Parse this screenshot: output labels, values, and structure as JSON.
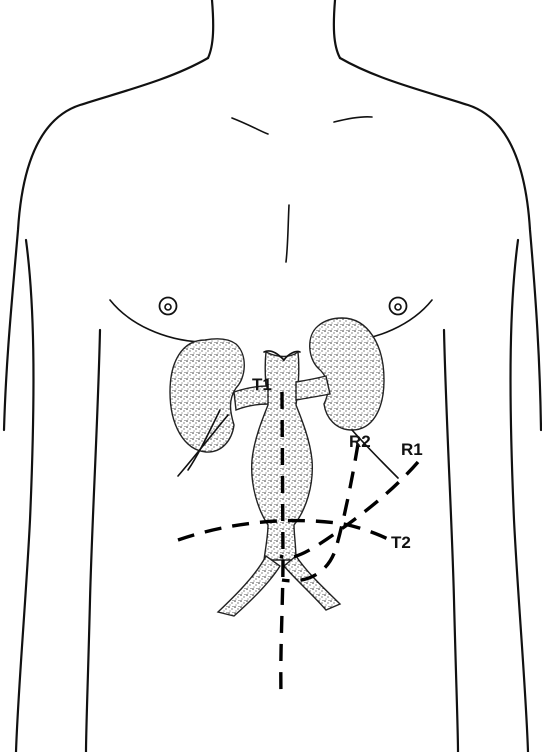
{
  "labels": {
    "t1": "T1",
    "r2": "R2",
    "r1": "R1",
    "t2": "T2"
  }
}
